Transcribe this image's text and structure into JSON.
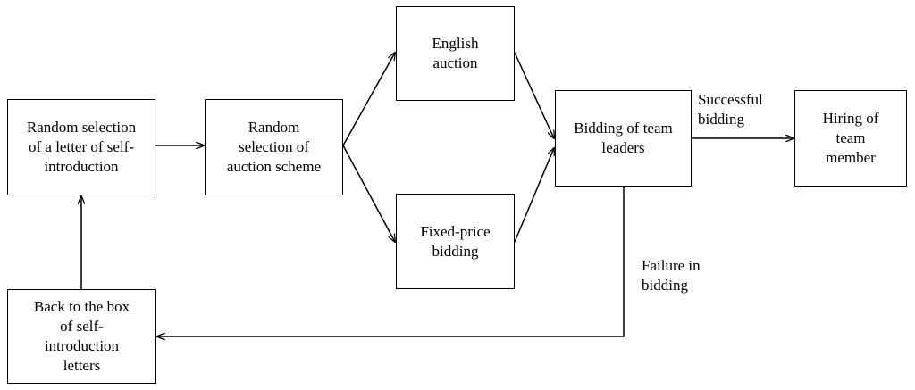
{
  "nodes": {
    "random_letter": "Random selection\nof a letter  of self-\nintroduction",
    "random_scheme": "Random\nselection  of\nauction scheme",
    "english_auction": "English\nauction",
    "fixed_price": "Fixed-price\nbidding",
    "team_leaders": "Bidding of team\nleaders",
    "hiring": "Hiring of\nteam\nmember",
    "back_to_box": "Back to the box\nof self-\nintroduction\nletters"
  },
  "edge_labels": {
    "success": "Successful\nbidding",
    "failure": "Failure in\nbidding"
  }
}
